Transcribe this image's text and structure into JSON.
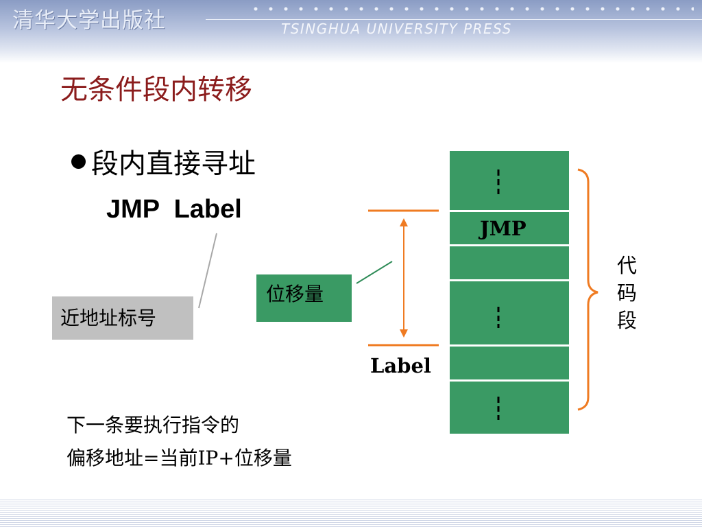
{
  "header": {
    "publisher_cn": "清华大学出版社",
    "publisher_en": "TSINGHUA UNIVERSITY PRESS"
  },
  "slide": {
    "title": "无条件段内转移",
    "bullet": "段内直接寻址",
    "instruction": "JMP  Label",
    "near_label": "近地址标号",
    "displacement": "位移量",
    "label_marker": "Label",
    "memory_jmp": "JMP",
    "segment_chars": [
      "代",
      "码",
      "段"
    ],
    "formula_line1": "下一条要执行指令的",
    "formula_line2": "偏移地址=当前IP+位移量"
  },
  "colors": {
    "title": "#8b1c1c",
    "memory_cell": "#3a9a64",
    "label_box": "#c0c0c0",
    "arrow": "#ef7b22",
    "connector": "#2e8b57"
  }
}
